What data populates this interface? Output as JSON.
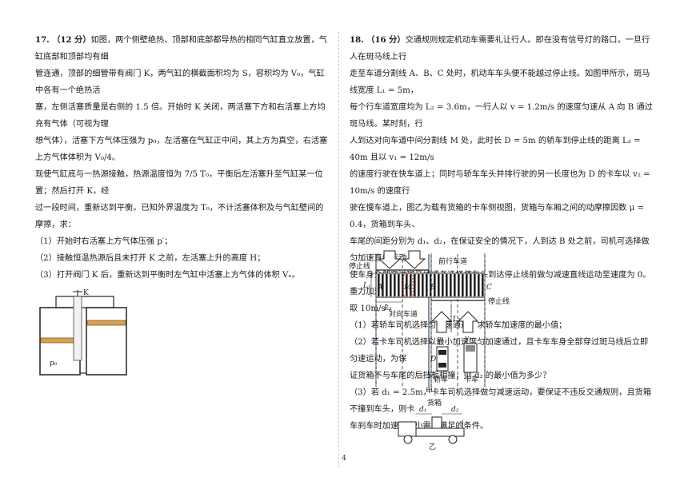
{
  "page_number": "4",
  "q17": {
    "heading": "17. （12 分）",
    "lines": [
      "如图，两个侧壁绝热、顶部和底部都导热的相同气缸直立放置，气缸底部和顶部均有细",
      "管连通，顶部的细管带有阀门 K，两气缸的横截面积均为 S，容积均为 V₀，气缸中各有一个绝热活",
      "塞，左侧活塞质量是右侧的 1.5 倍。开始时 K 关闭，两活塞下方和右活塞上方均充有气体（可视为理",
      "想气体），活塞下方气体压强为 p₀，左活塞在气缸正中间，其上方为真空，右活塞上方气体体积为 V₀/4。",
      "现使气缸底与一热源接触，热源温度恒为 7/5 T₀，平衡后左活塞升至气缸某一位置；然后打开 K，经",
      "过一段时间，重新达到平衡。已知外界温度为 T₀，不计活塞体积及与气缸壁间的摩擦，求：",
      "（1）开始时右活塞上方气体压强 p′；",
      "（2）接触恒温热源后且未打开 K 之前，左活塞上升的高度 H；",
      "（3）打开阀门 K 后，重新达到平衡时左气缸中活塞上方气体的体积 Vₓ。"
    ],
    "figure": {
      "valve_label": "K",
      "pressure_label": "p₀"
    }
  },
  "q18": {
    "heading": "18. （16 分）",
    "lines": [
      "交通规则规定机动车需要礼让行人。即在没有信号灯的路口，一旦行人在斑马线上行",
      "走至车道分割线 A、B、C 处时，机动车车头便不能越过停止线。如图甲所示，斑马线宽度 L₁ = 5m，",
      "每个行车道宽度均为 L₂ = 3.6m，一行人以 v = 1.2m/s 的速度匀速从 A 向 B 通过斑马线。某时刻，行",
      "人到达对向车道中间分割线 M 处，此时长 D = 5m 的轿车到停止线的距离 L₃ = 40m 且以 v₁ = 12m/s",
      "的速度行驶在快车道上；同时与轿车车头并排行驶的另一长度也为 D 的卡车以 v₂ = 10m/s 的速度行",
      "驶在慢车道上，图乙为载有货箱的卡车侧视图，货箱与车厢之间的动摩擦因数 μ = 0.4，货箱到车头、",
      "车尾的间距分别为 d₁、d₂，在保证安全的情况下，人到达 B 处之前，司机可选择做匀加速直线运动",
      "使车身全部穿过斑马线或者选择使车头到达停止线前做匀减速直线运动至速度为 0。重力加速度 g",
      "取 10m/s²。",
      "（1）若轿车司机选择匀加速通过，求轿车加速度的最小值；",
      "（2）若卡车司机选择以最小加速度匀加速通过，且卡车车身全部穿过斑马线后立即匀速运动，为保",
      "证货箱不与车尾的后挡板相撞，则 d₂ 的最小值为多少？",
      "（3）若 d₁ = 2.5m，卡车司机选择做匀减速运动，要保证不违反交通规则，且货箱不撞到车头，则卡",
      "车刹车时加速度大小需要满足的条件。"
    ],
    "figure_jia": {
      "stop_line_top": "停止线",
      "lane_forward": "前行车道",
      "stop_line_right": "停止线",
      "lane_opposite": "对向车道",
      "L1": "L₁",
      "L2": "L₂",
      "L3": "L₃",
      "A": "A",
      "B": "B",
      "C": "C",
      "M": "M",
      "v1": "v₁",
      "v2": "v₂",
      "D": "D",
      "car": "轿车",
      "truck": "卡车",
      "caption": "甲"
    },
    "figure_yi": {
      "cargo": "货箱",
      "d1": "d₁",
      "d2": "d₂",
      "caption": "乙"
    }
  }
}
